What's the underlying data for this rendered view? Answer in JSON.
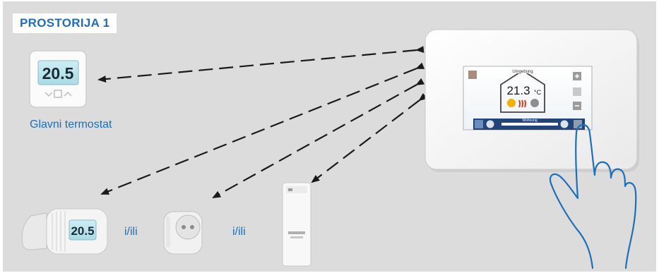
{
  "room": {
    "label": "PROSTORIJA 1"
  },
  "main_thermostat": {
    "display": "20.5",
    "caption": "Glavni termostat"
  },
  "radiator_valve": {
    "display": "20.5"
  },
  "connector_1": {
    "label": "i/ili"
  },
  "connector_2": {
    "label": "i/ili"
  },
  "panel": {
    "header": "Umgebung",
    "temperature": "21.3",
    "unit": "°C",
    "bar_label": "Wohnung"
  },
  "colors": {
    "accent": "#1e6fb8",
    "background": "#dcdcdc"
  }
}
